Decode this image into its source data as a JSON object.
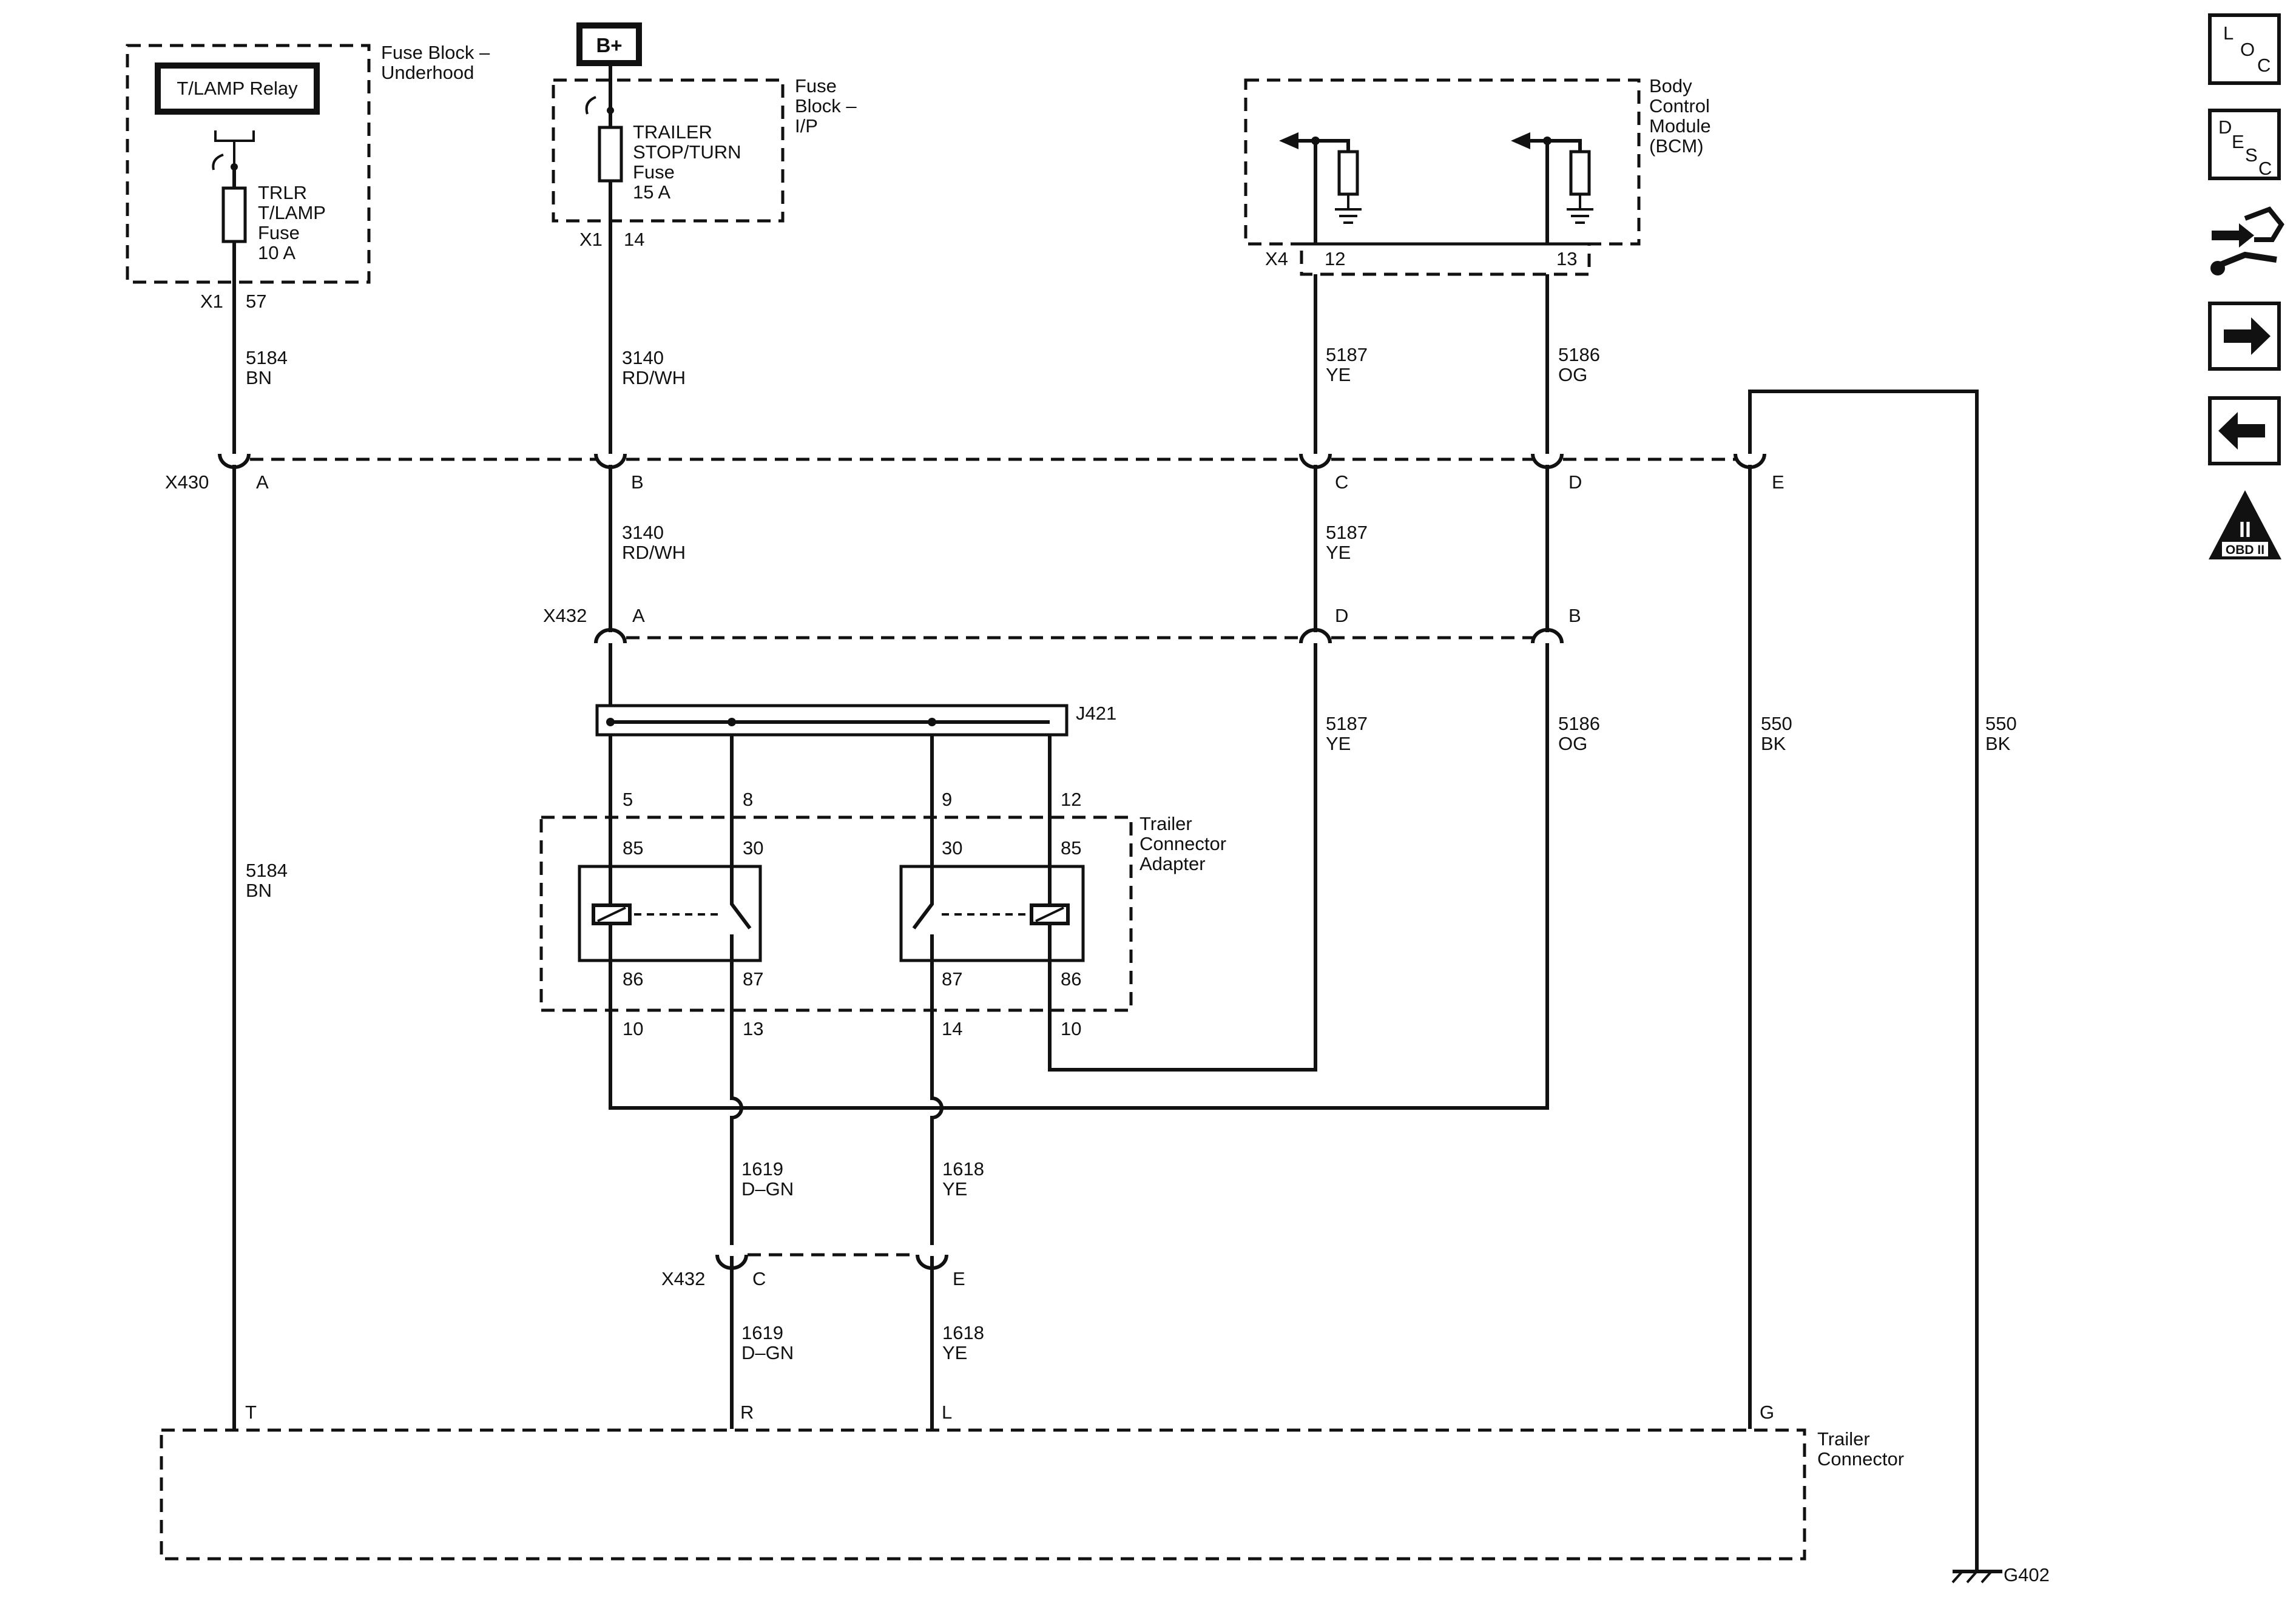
{
  "fuse_block_underhood": {
    "title_line1": "Fuse Block –",
    "title_line2": "Underhood",
    "relay": "T/LAMP Relay",
    "fuse_line1": "TRLR",
    "fuse_line2": "T/LAMP",
    "fuse_line3": "Fuse",
    "fuse_line4": "10 A",
    "connector": "X1",
    "pin": "57"
  },
  "fuse_block_ip": {
    "power": "B+",
    "title_line1": "Fuse",
    "title_line2": "Block –",
    "title_line3": "I/P",
    "fuse_line1": "TRAILER",
    "fuse_line2": "STOP/TURN",
    "fuse_line3": "Fuse",
    "fuse_line4": "15 A",
    "connector": "X1",
    "pin": "14"
  },
  "bcm": {
    "title_line1": "Body",
    "title_line2": "Control",
    "title_line3": "Module",
    "title_line4": "(BCM)",
    "connector": "X4",
    "pin_left": "12",
    "pin_right": "13"
  },
  "wires": {
    "w5184": "5184",
    "bn": "BN",
    "w3140": "3140",
    "rdwh": "RD/WH",
    "w5187": "5187",
    "ye": "YE",
    "w5186": "5186",
    "og": "OG",
    "w550": "550",
    "bk": "BK",
    "w1619": "1619",
    "dgn": "D–GN",
    "w1618": "1618"
  },
  "x430": {
    "name": "X430",
    "pins": [
      "A",
      "B",
      "C",
      "D",
      "E"
    ]
  },
  "x432_upper": {
    "name": "X432",
    "pins": [
      "A",
      "D",
      "B"
    ]
  },
  "x432_lower": {
    "name": "X432",
    "pins": [
      "C",
      "E"
    ]
  },
  "splice": "J421",
  "adapter": {
    "title_line1": "Trailer",
    "title_line2": "Connector",
    "title_line3": "Adapter",
    "top_pins": [
      "5",
      "8",
      "9",
      "12"
    ],
    "relay_top": [
      "85",
      "30",
      "30",
      "85"
    ],
    "relay_bottom": [
      "86",
      "87",
      "87",
      "86"
    ],
    "bottom_pins": [
      "10",
      "13",
      "14",
      "10"
    ]
  },
  "trailer_connector": {
    "title_line1": "Trailer",
    "title_line2": "Connector",
    "pins": [
      "T",
      "R",
      "L",
      "G"
    ]
  },
  "ground": "G402",
  "side_icons": [
    {
      "name": "loc-icon",
      "letters": [
        "L",
        "O",
        "C"
      ]
    },
    {
      "name": "desc-icon",
      "letters": [
        "D",
        "E",
        "S",
        "C"
      ]
    },
    {
      "name": "connector-tool-icon"
    },
    {
      "name": "arrow-right-icon"
    },
    {
      "name": "arrow-left-icon"
    },
    {
      "name": "obd-icon",
      "roman": "II",
      "label": "OBD II"
    }
  ]
}
